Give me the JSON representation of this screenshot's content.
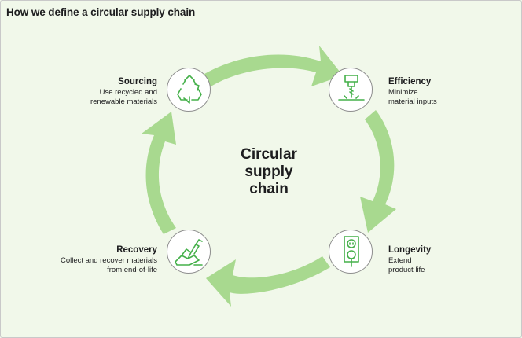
{
  "page_title": "How we define a circular supply chain",
  "center_title": "Circular\nsupply\nchain",
  "colors": {
    "background": "#f1f8ea",
    "arrow": "#a8d98f",
    "icon_stroke": "#45b04a",
    "circle_border": "#8e8e8e"
  },
  "stages": {
    "sourcing": {
      "title": "Sourcing",
      "description": "Use recycled and\nrenewable materials",
      "icon": "recycle-icon"
    },
    "efficiency": {
      "title": "Efficiency",
      "description": "Minimize\nmaterial inputs",
      "icon": "machining-tool-icon"
    },
    "longevity": {
      "title": "Longevity",
      "description": "Extend\nproduct life",
      "icon": "power-outlet-icon"
    },
    "recovery": {
      "title": "Recovery",
      "description": "Collect and recover materials\nfrom end-of-life",
      "icon": "disassembly-icon"
    }
  }
}
